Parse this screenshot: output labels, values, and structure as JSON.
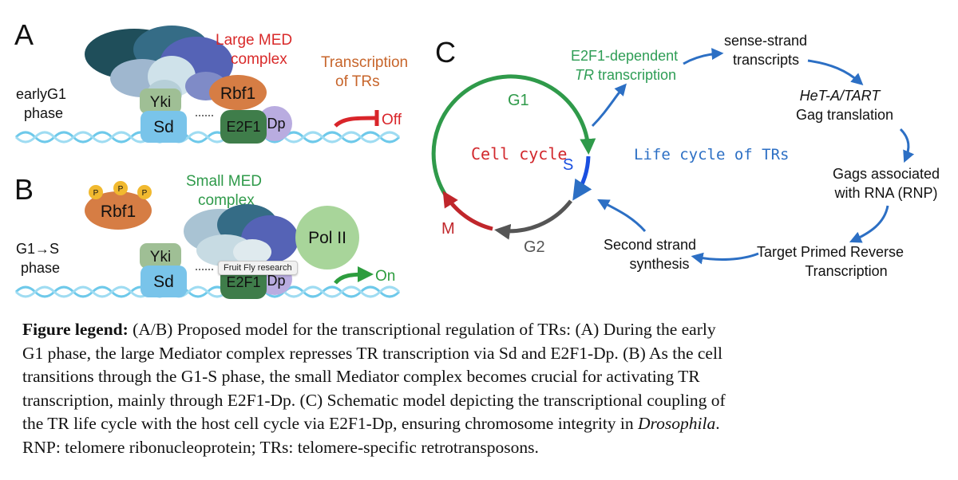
{
  "panel_a": {
    "letter": "A",
    "phase": [
      "earlyG1",
      "phase"
    ],
    "med_label": [
      "Large MED",
      "complex"
    ],
    "trans_label": [
      "Transcription",
      "of TRs"
    ],
    "off": "Off",
    "yki": "Yki",
    "sd": "Sd",
    "rbf1": "Rbf1",
    "e2f1": "E2F1",
    "dp": "Dp"
  },
  "panel_b": {
    "letter": "B",
    "phase": [
      "G1→S",
      "phase"
    ],
    "med_label": [
      "Small MED",
      "complex"
    ],
    "p": "P",
    "rbf1": "Rbf1",
    "pol2": "Pol II",
    "yki": "Yki",
    "sd": "Sd",
    "e2f1": "E2F1",
    "dp": "Dp",
    "on": "On",
    "tooltip": "Fruit Fly research"
  },
  "panel_c": {
    "letter": "C",
    "cell_cycle": "Cell cycle",
    "life_cycle": "Life cycle of TRs",
    "phases": {
      "g1": "G1",
      "s": "S",
      "g2": "G2",
      "m": "M"
    },
    "e2f1_dep": "E2F1-dependent",
    "tr_word": "TR",
    "tr_rest": " transcription",
    "sense": [
      "sense-strand",
      "transcripts"
    ],
    "het_italic": "HeT-A/TART",
    "het_rest": "Gag translation",
    "gags": [
      "Gags associated",
      "with RNA (RNP)"
    ],
    "tprt": [
      "Target Primed Reverse",
      "Transcription"
    ],
    "second": [
      "Second strand",
      "synthesis"
    ]
  },
  "colors": {
    "g1": "#2f9a4a",
    "s": "#1a4fe0",
    "g2": "#555555",
    "m": "#c0262b",
    "arrow": "#2c6fc4",
    "e2f1_text": "#2e9d55",
    "cell_cycle_text": "#d2282d",
    "life_cycle_text": "#2c6fc4",
    "med_red": "#d92a2a",
    "trans_orange": "#c7652b"
  },
  "legend": {
    "bold": "Figure legend:",
    "line1": " (A/B) Proposed model for the transcriptional regulation of TRs: (A) During the early",
    "line2": "G1 phase, the large Mediator complex represses TR transcription via Sd and E2F1-Dp. (B) As the cell",
    "line3": "transitions through the G1-S phase, the small Mediator complex becomes crucial for activating TR",
    "line4": "transcription, mainly through E2F1-Dp. (C) Schematic model depicting the transcriptional coupling of",
    "line5_pre": "the TR life cycle with the host cell cycle via E2F1-Dp, ensuring chromosome integrity in ",
    "line5_it": "Drosophila",
    "line5_post": ".",
    "line6": "RNP: telomere ribonucleoprotein; TRs: telomere-specific retrotransposons."
  }
}
